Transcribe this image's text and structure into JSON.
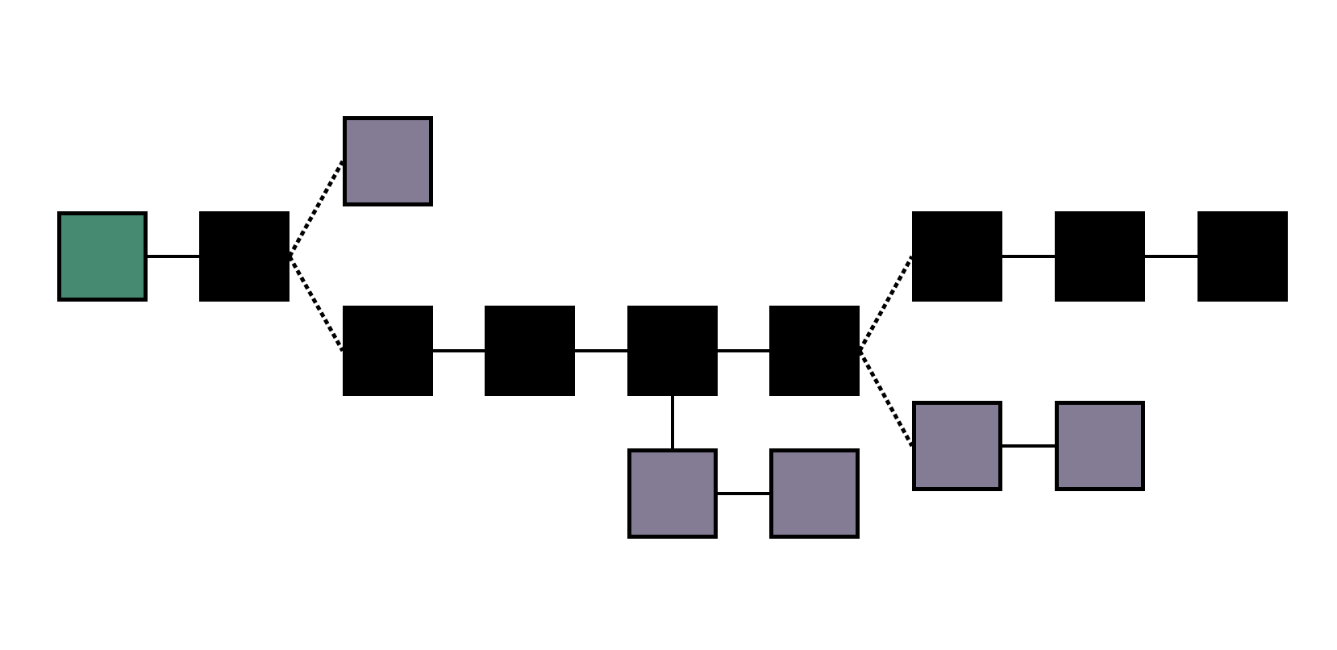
{
  "colors": {
    "genesis": "#468b71",
    "main_chain": "#000000",
    "orphan": "#847b94",
    "edge": "#000000",
    "background": "#ffffff"
  },
  "nodes": [
    {
      "id": "genesis",
      "kind": "genesis"
    },
    {
      "id": "block-1",
      "kind": "main_chain"
    },
    {
      "id": "orphan-a",
      "kind": "orphan"
    },
    {
      "id": "block-2",
      "kind": "main_chain"
    },
    {
      "id": "block-3",
      "kind": "main_chain"
    },
    {
      "id": "block-4",
      "kind": "main_chain"
    },
    {
      "id": "block-5",
      "kind": "main_chain"
    },
    {
      "id": "block-6",
      "kind": "main_chain"
    },
    {
      "id": "block-7",
      "kind": "main_chain"
    },
    {
      "id": "block-8",
      "kind": "main_chain"
    },
    {
      "id": "orphan-b1",
      "kind": "orphan"
    },
    {
      "id": "orphan-b2",
      "kind": "orphan"
    },
    {
      "id": "orphan-c1",
      "kind": "orphan"
    },
    {
      "id": "orphan-c2",
      "kind": "orphan"
    }
  ],
  "edges": [
    {
      "from": "genesis",
      "to": "block-1",
      "style": "solid"
    },
    {
      "from": "block-1",
      "to": "orphan-a",
      "style": "dashed"
    },
    {
      "from": "block-1",
      "to": "block-2",
      "style": "dashed"
    },
    {
      "from": "block-2",
      "to": "block-3",
      "style": "solid"
    },
    {
      "from": "block-3",
      "to": "block-4",
      "style": "solid"
    },
    {
      "from": "block-4",
      "to": "block-5",
      "style": "solid"
    },
    {
      "from": "block-4",
      "to": "orphan-b1",
      "style": "solid"
    },
    {
      "from": "orphan-b1",
      "to": "orphan-b2",
      "style": "solid"
    },
    {
      "from": "block-5",
      "to": "block-6",
      "style": "dashed"
    },
    {
      "from": "block-5",
      "to": "orphan-c1",
      "style": "dashed"
    },
    {
      "from": "orphan-c1",
      "to": "orphan-c2",
      "style": "solid"
    },
    {
      "from": "block-6",
      "to": "block-7",
      "style": "solid"
    },
    {
      "from": "block-7",
      "to": "block-8",
      "style": "solid"
    }
  ]
}
